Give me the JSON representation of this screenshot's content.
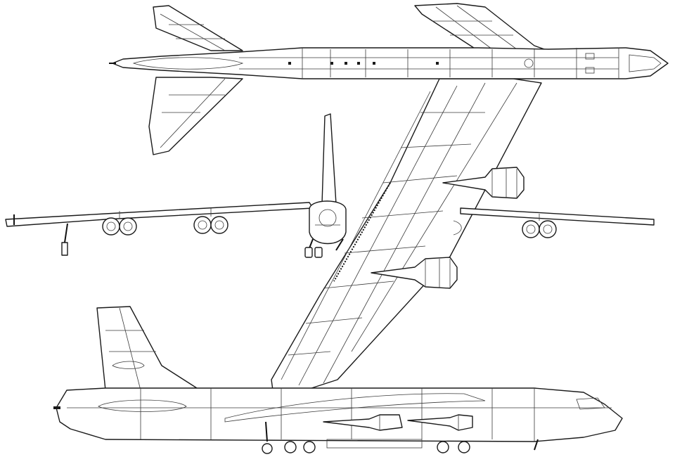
{
  "views": {
    "top": "top-view",
    "front": "front-view",
    "side": "side-view"
  },
  "colors": {
    "background": "#ffffff",
    "ink": "#1a1a1a"
  }
}
